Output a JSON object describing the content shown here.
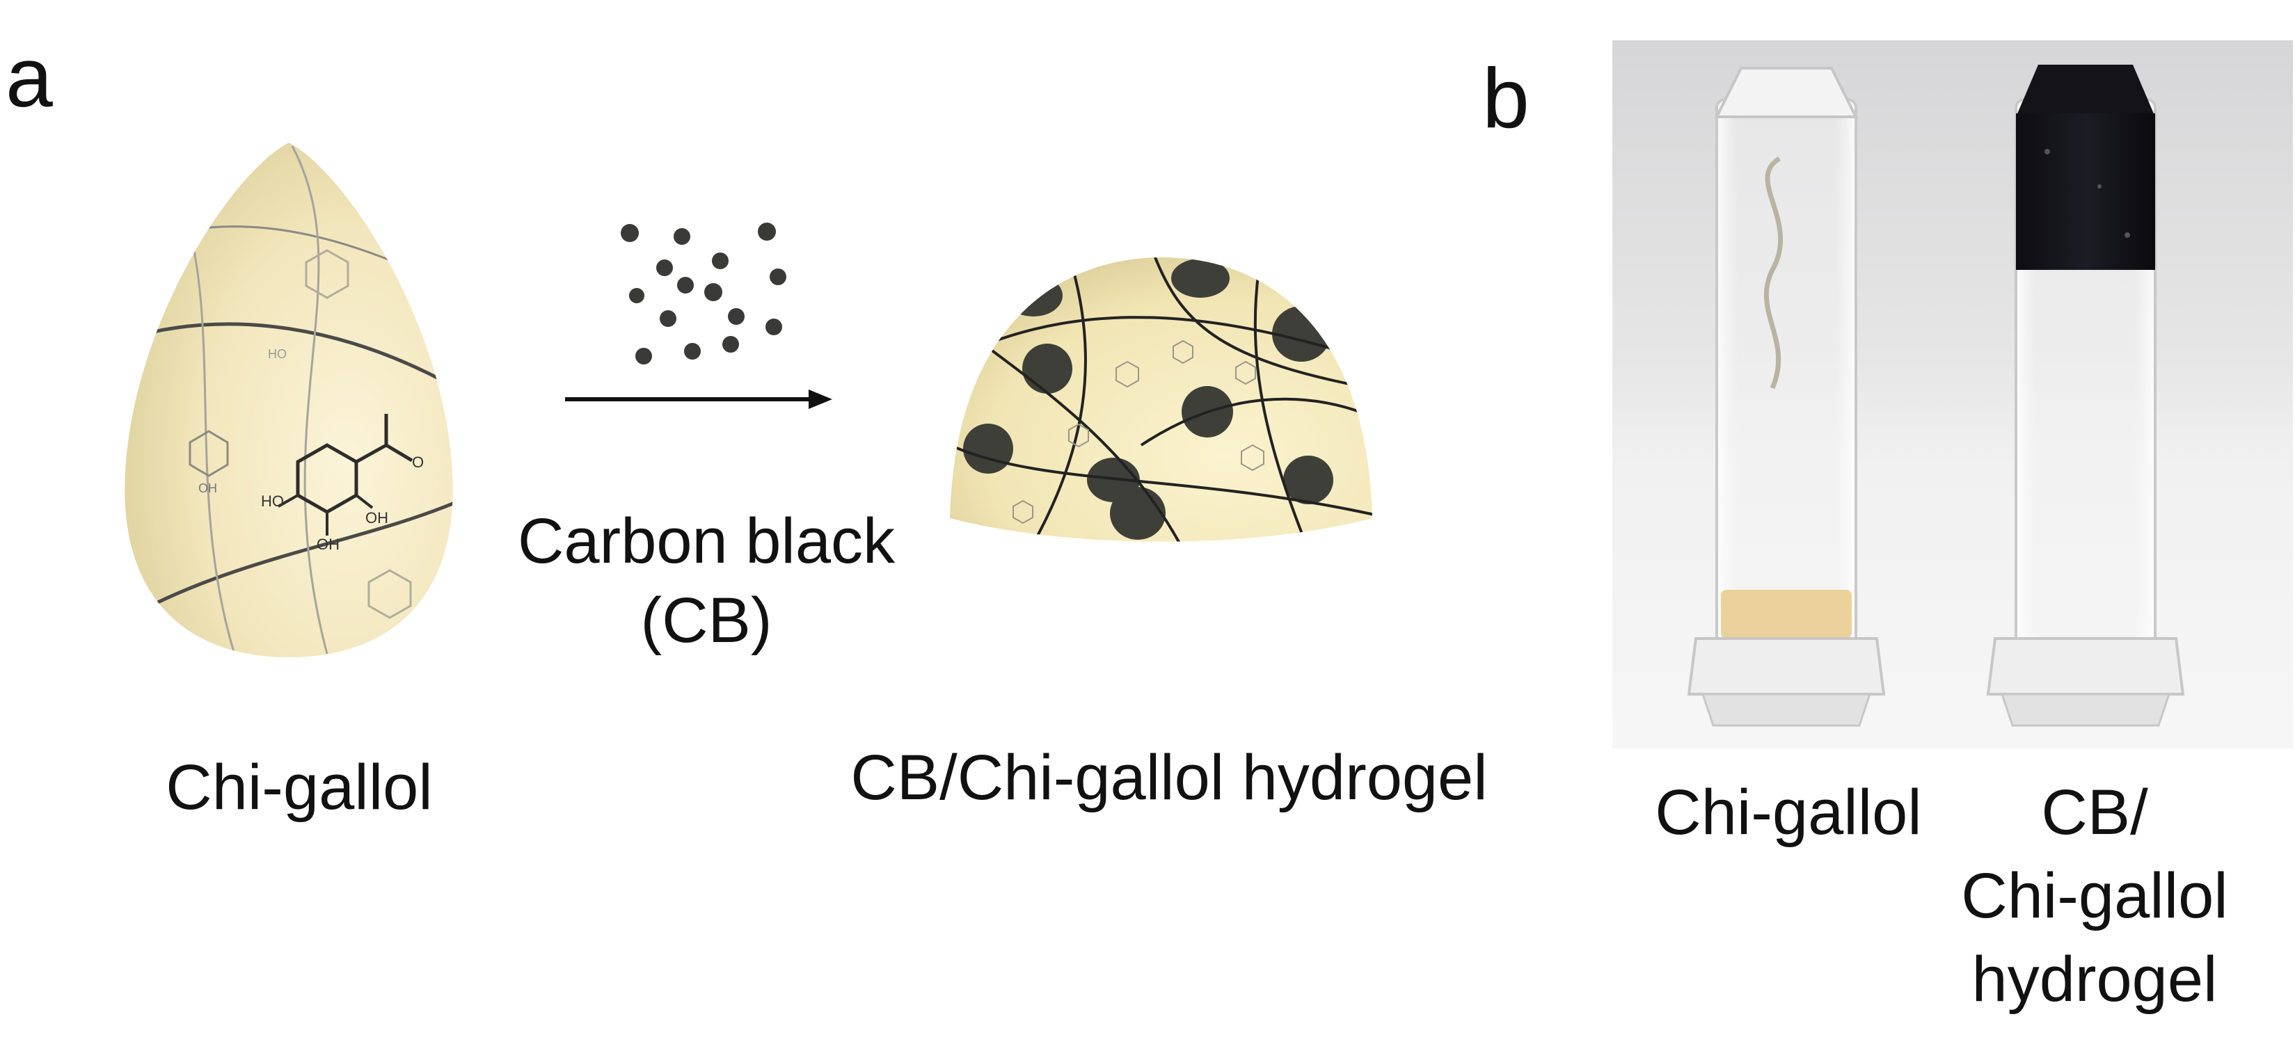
{
  "panels": {
    "a": {
      "letter": "a",
      "left_label": "Chi-gallol",
      "arrow_label_line1": "Carbon black",
      "arrow_label_line2": "(CB)",
      "right_label": "CB/Chi-gallol hydrogel",
      "molecule_labels": {
        "oh": "OH",
        "ho": "HO",
        "o": "O"
      }
    },
    "b": {
      "letter": "b",
      "vial_left_label": "Chi-gallol",
      "vial_right_label_line1": "CB/",
      "vial_right_label_line2": "Chi-gallol",
      "vial_right_label_line3": "hydrogel"
    }
  },
  "colors": {
    "gel_cream": "#f6ecc0",
    "carbon_black": "#3b3b36",
    "photo_bg": "#eeeeee",
    "liquid_yellow": "#e8c98a"
  }
}
